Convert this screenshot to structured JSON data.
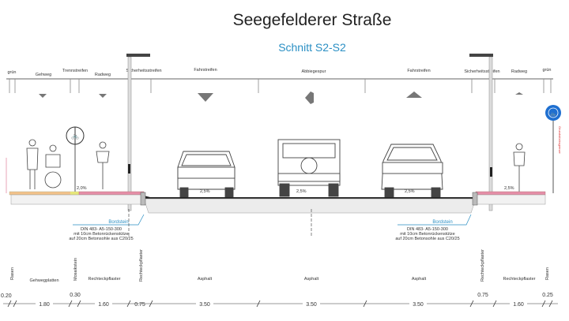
{
  "title": "Seegefelderer Straße",
  "subtitle": "Schnitt S2-S2",
  "top_labels": [
    "grün",
    "Gehweg",
    "Trennstreifen",
    "Radweg",
    "Sicherheitsstreifen",
    "Fahrstreifen",
    "Abbiegespur",
    "Fahrstreifen",
    "Sicherheitsstreifen",
    "Radweg",
    "grün"
  ],
  "surface_labels": [
    "Rasen",
    "Gehwegplatten",
    "Mosaikstein",
    "Rechteckpflaster",
    "Rechteckpflaster",
    "Asphalt",
    "Asphalt",
    "Asphalt",
    "Rechteckpflaster",
    "Rechteckpflaster",
    "Rasen"
  ],
  "dimensions": [
    "0.20",
    "1.80",
    "0.30",
    "1.60",
    "0.75",
    "3.50",
    "3.50",
    "3.50",
    "0.75",
    "1.60",
    "0.25"
  ],
  "curb_left": {
    "name": "Bordstein",
    "spec": [
      "DIN 483- A5-150-300",
      "mit 10cm Betonrückenstütze",
      "auf 20cm Betonsohle aus C20/25"
    ]
  },
  "curb_right": {
    "name": "Bordstein",
    "spec": [
      "DIN 483- A5-150-300",
      "mit 10cm Betonrückenstütze",
      "auf 20cm Betonsohle aus C20/25"
    ]
  },
  "property_line_label": "Grundstücksgrenze",
  "slopes": [
    "2,5%",
    "2,5%",
    "2,5%",
    "2,5%",
    "2,0%"
  ],
  "colors": {
    "accent": "#2a8fc4",
    "bike_path": "#e58fa8",
    "sidewalk": "#f2c28a",
    "sign_blue": "#1e6fd0",
    "arrow": "#777777"
  }
}
